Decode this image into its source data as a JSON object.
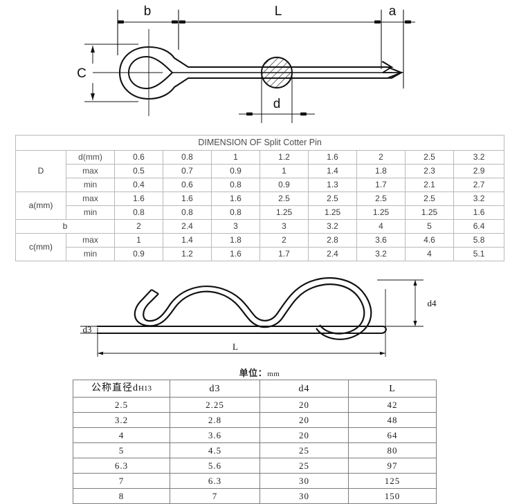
{
  "drawings": {
    "split_pin": {
      "name": "split-cotter-pin-side-view",
      "labels": {
        "b": "b",
        "L": "L",
        "a": "a",
        "C": "C",
        "d": "d"
      }
    },
    "r_clip": {
      "name": "r-clip-hairpin-cotter-pin-side-view",
      "labels": {
        "d3": "d3",
        "d4": "d4",
        "L": "L"
      }
    }
  },
  "dimension_table": {
    "title": "DIMENSION OF Split Cotter Pin",
    "rows": [
      {
        "group": "D",
        "sub": "d(mm)",
        "values": [
          "0.6",
          "0.8",
          "1",
          "1.2",
          "1.6",
          "2",
          "2.5",
          "3.2"
        ]
      },
      {
        "group": "D",
        "sub": "max",
        "values": [
          "0.5",
          "0.7",
          "0.9",
          "1",
          "1.4",
          "1.8",
          "2.3",
          "2.9"
        ]
      },
      {
        "group": "D",
        "sub": "min",
        "values": [
          "0.4",
          "0.6",
          "0.8",
          "0.9",
          "1.3",
          "1.7",
          "2.1",
          "2.7"
        ]
      },
      {
        "group": "a(mm)",
        "sub": "max",
        "values": [
          "1.6",
          "1.6",
          "1.6",
          "2.5",
          "2.5",
          "2.5",
          "2.5",
          "3.2"
        ]
      },
      {
        "group": "a(mm)",
        "sub": "min",
        "values": [
          "0.8",
          "0.8",
          "0.8",
          "1.25",
          "1.25",
          "1.25",
          "1.25",
          "1.6"
        ]
      },
      {
        "group": "b",
        "sub": "",
        "values": [
          "2",
          "2.4",
          "3",
          "3",
          "3.2",
          "4",
          "5",
          "6.4"
        ]
      },
      {
        "group": "c(mm)",
        "sub": "max",
        "values": [
          "1",
          "1.4",
          "1.8",
          "2",
          "2.8",
          "3.6",
          "4.6",
          "5.8"
        ]
      },
      {
        "group": "c(mm)",
        "sub": "min",
        "values": [
          "0.9",
          "1.2",
          "1.6",
          "1.7",
          "2.4",
          "3.2",
          "4",
          "5.1"
        ]
      }
    ]
  },
  "units_caption": {
    "text": "单位：",
    "unit": "mm"
  },
  "spec_table": {
    "headers": [
      "公称直径d H13",
      "d3",
      "d4",
      "L"
    ],
    "header_main": "公称直径d",
    "header_tolerance": "H13",
    "rows": [
      [
        "2.5",
        "2.25",
        "20",
        "42"
      ],
      [
        "3.2",
        "2.8",
        "20",
        "48"
      ],
      [
        "4",
        "3.6",
        "20",
        "64"
      ],
      [
        "5",
        "4.5",
        "25",
        "80"
      ],
      [
        "6.3",
        "5.6",
        "25",
        "97"
      ],
      [
        "7",
        "6.3",
        "30",
        "125"
      ],
      [
        "8",
        "7",
        "30",
        "150"
      ]
    ]
  },
  "colors": {
    "line": "#111111",
    "table1_border": "#b9b9b9",
    "table2_border": "#7c7c7c",
    "background": "#ffffff"
  }
}
